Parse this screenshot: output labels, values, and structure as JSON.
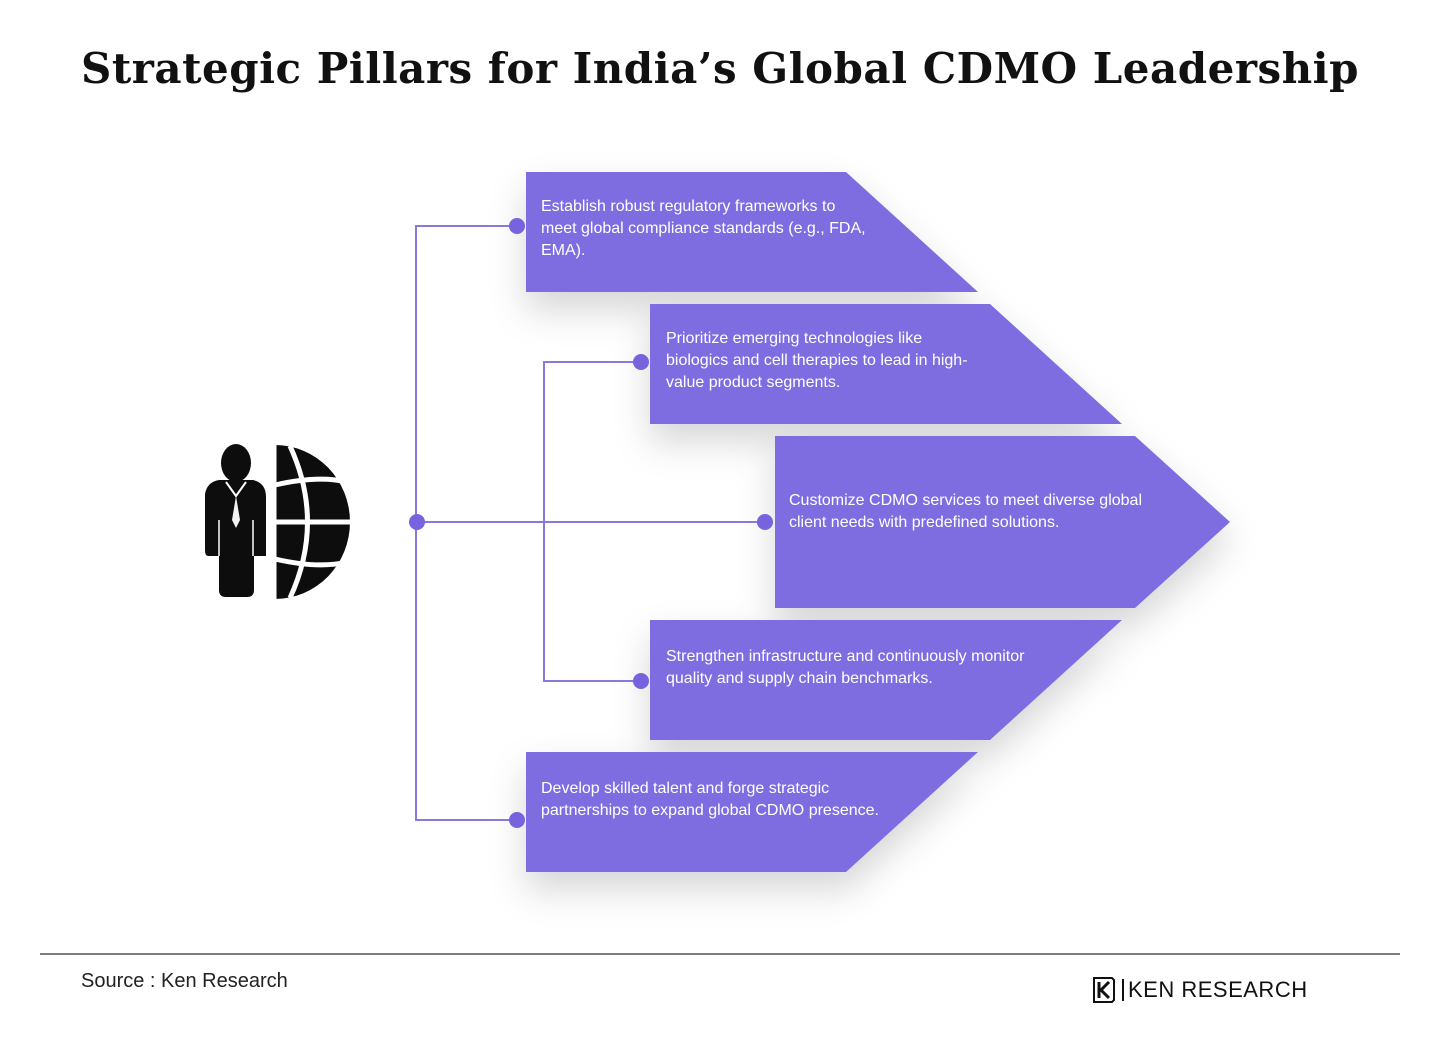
{
  "title": "Strategic Pillars for India’s Global CDMO Leadership",
  "colors": {
    "pillar": "#7e6de1",
    "connector": "#8a78dd",
    "dot": "#7663dd",
    "icon": "#0d0d0d"
  },
  "icon": "businessman-globe-icon",
  "pillars": [
    {
      "text": "Establish robust regulatory frameworks to meet global compliance standards (e.g., FDA, EMA)."
    },
    {
      "text": "Prioritize emerging technologies like biologics and cell therapies to lead in high-value product segments."
    },
    {
      "text": "Customize CDMO services to meet diverse global client needs with predefined solutions."
    },
    {
      "text": "Strengthen infrastructure and continuously monitor quality and supply chain benchmarks."
    },
    {
      "text": "Develop skilled talent and forge strategic partnerships to expand global CDMO presence."
    }
  ],
  "footer": {
    "source": "Source : Ken Research",
    "brand": "KEN RESEARCH",
    "brand_icon": "ken-research-logo-icon"
  }
}
